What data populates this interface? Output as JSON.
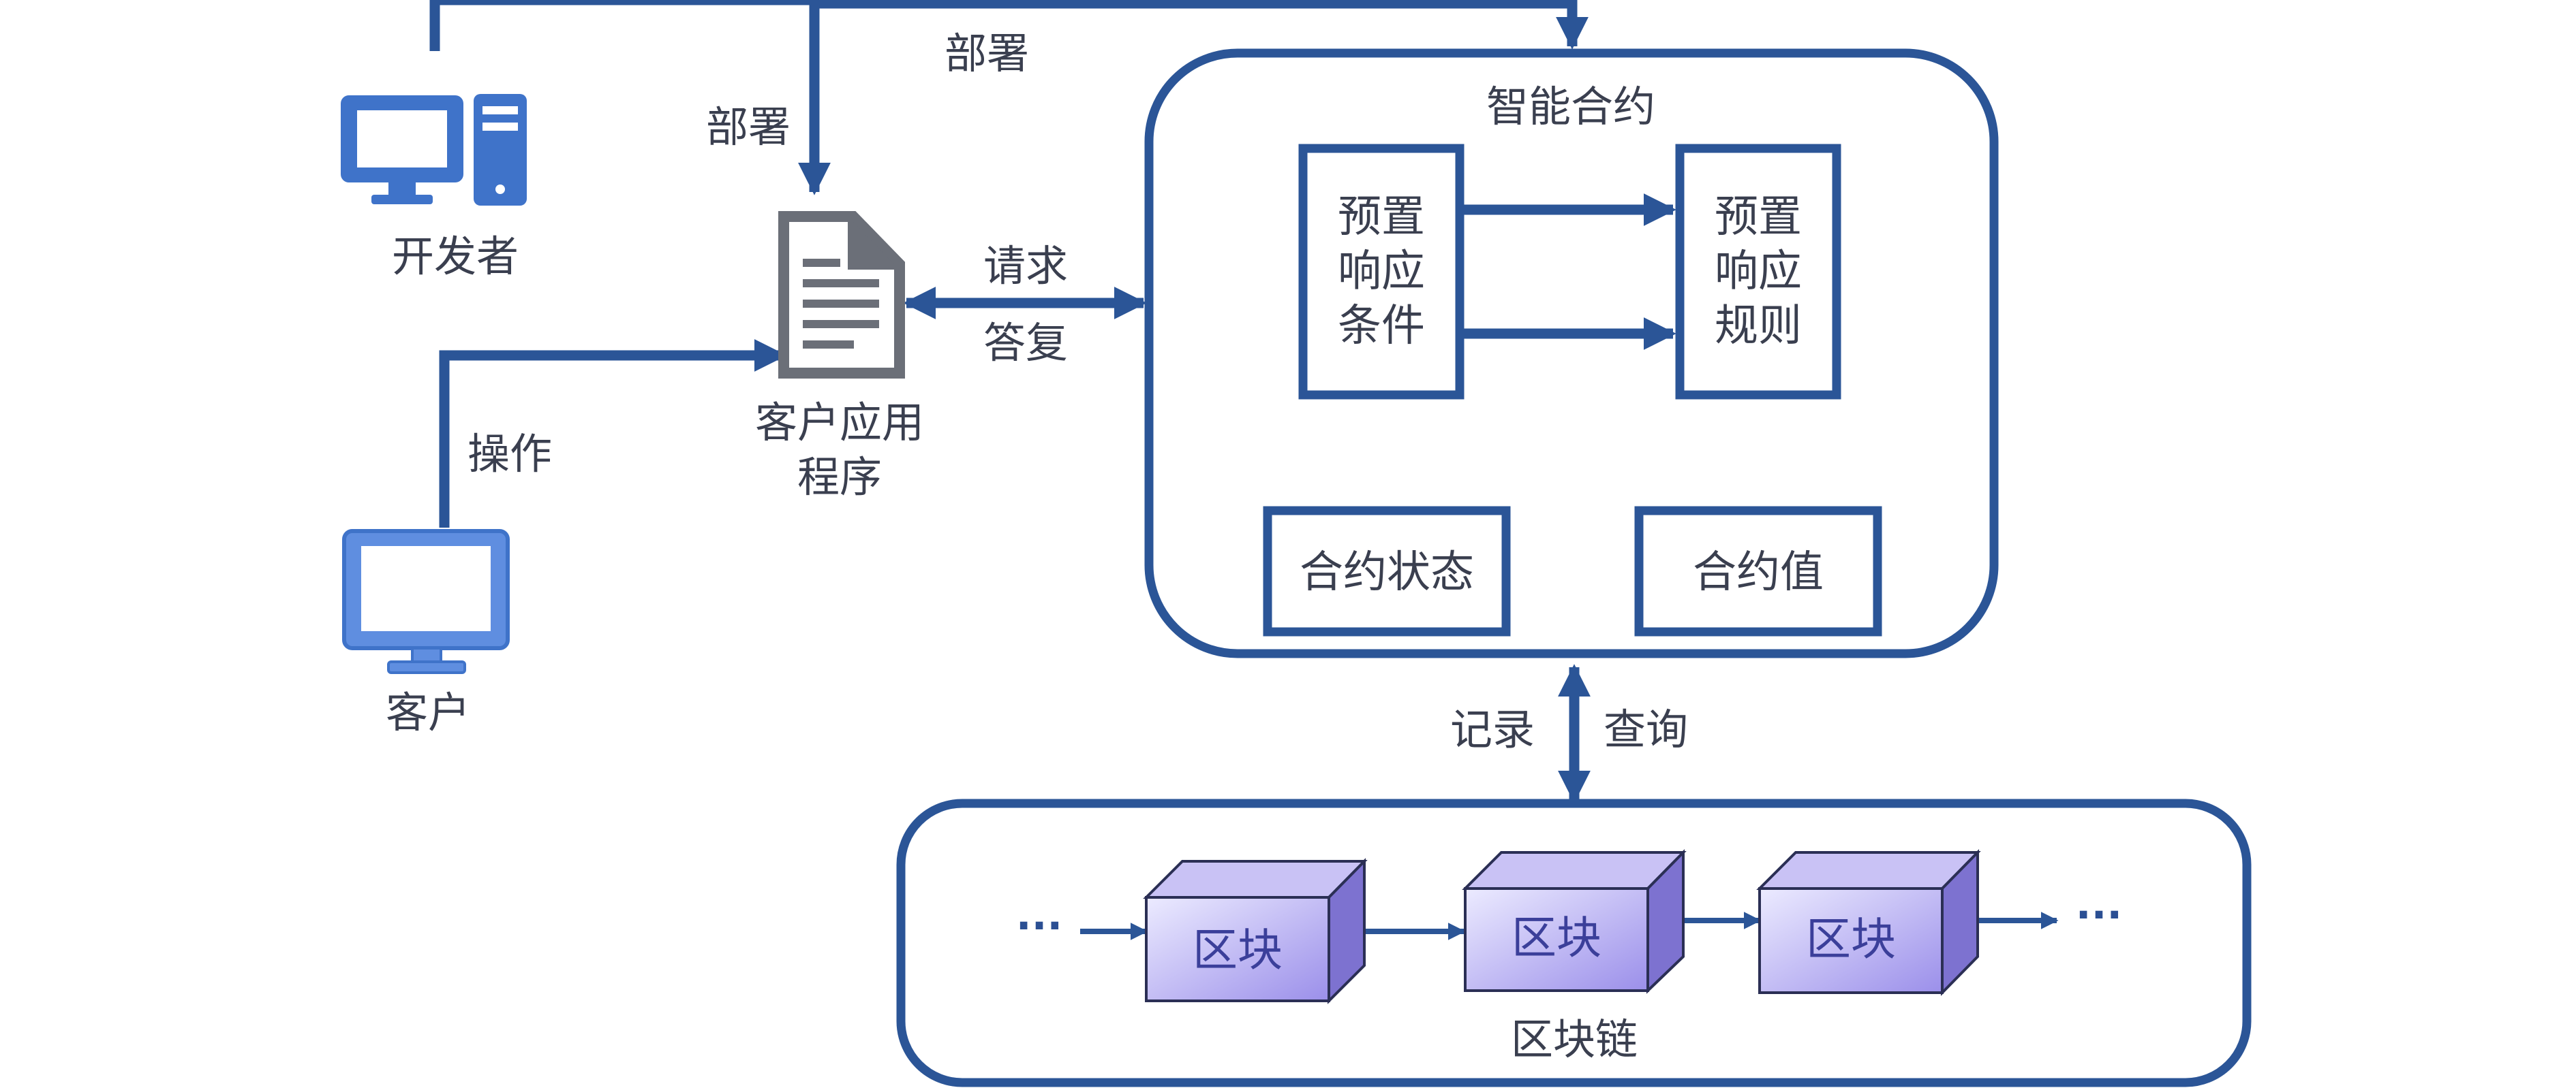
{
  "colors": {
    "line": "#2b5597",
    "icon_blue": "#3f73c9",
    "icon_light": "#5f8ee0",
    "doc_gray": "#6b6f78",
    "block_front_start": "#e6e1ff",
    "block_front_end": "#9d92ec",
    "block_top": "#c9c2f5",
    "block_side": "#7d72d0"
  },
  "icons": {
    "developer": "desktop-computer-icon",
    "client": "monitor-icon",
    "app": "document-icon"
  },
  "labels": {
    "developer": "开发者",
    "client": "客户",
    "app_line1": "客户应用",
    "app_line2": "程序",
    "deploy_left": "部署",
    "deploy_top": "部署",
    "operate": "操作",
    "request": "请求",
    "reply": "答复",
    "record": "记录",
    "query": "查询"
  },
  "smart_contract": {
    "title": "智能合约",
    "condition_lines": [
      "预置",
      "响应",
      "条件"
    ],
    "rule_lines": [
      "预置",
      "响应",
      "规则"
    ],
    "state": "合约状态",
    "value": "合约值"
  },
  "blockchain": {
    "title": "区块链",
    "blocks": [
      "区块",
      "区块",
      "区块"
    ],
    "ellipsis_left": "···",
    "ellipsis_right": "···"
  }
}
